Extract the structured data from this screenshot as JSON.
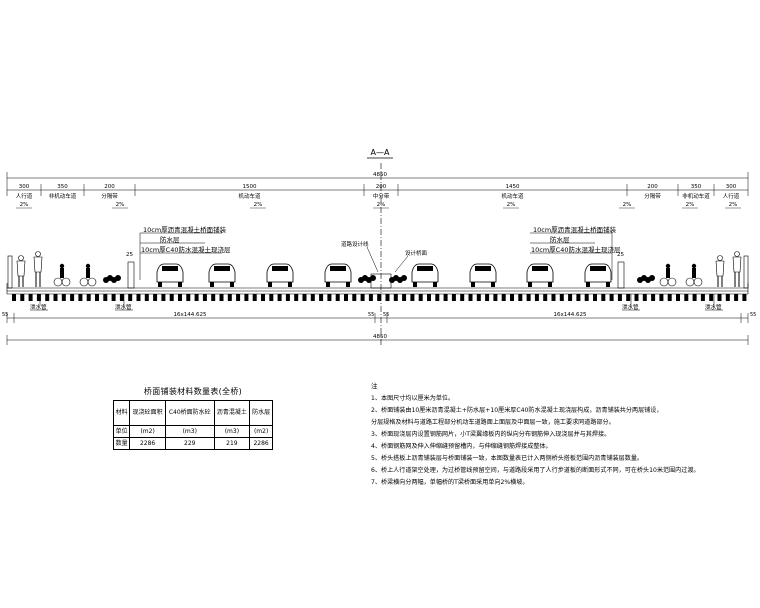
{
  "section": {
    "title": "A—A",
    "total_top": "4850",
    "total_bottom": "4850",
    "segments": [
      "300",
      "350",
      "200",
      "1500",
      "200",
      "1450",
      "200",
      "350",
      "300"
    ],
    "zones": [
      "人行道",
      "非机动车道",
      "分隔带",
      "机动车道",
      "中分带",
      "机动车道",
      "分隔带",
      "非机动车道",
      "人行道"
    ],
    "slopes": [
      "2%",
      "2%",
      "2%",
      "2%",
      "2%",
      "2%",
      "2%",
      "2%"
    ],
    "layers_left": [
      "10cm厚沥青混凝土桥面铺装",
      "防水层",
      "10cm厚C40防水混凝土现浇层"
    ],
    "layers_right": [
      "10cm厚沥青混凝土桥面铺装",
      "防水层",
      "10cm厚C40防水混凝土现浇层"
    ],
    "dim_25": "25",
    "center_labels": [
      "道路设计线",
      "设计桥面"
    ],
    "drain_label": "泄水管",
    "span_left": "16x144.625",
    "span_right": "16x144.625",
    "end_gap": "55",
    "mid_gap_left": "55",
    "mid_gap_right": "55"
  },
  "table": {
    "title": "桥面铺装材料数量表(全桥)",
    "headers": [
      "材料",
      "现浇砼面积",
      "C40桥面防水砼",
      "沥青混凝土",
      "防水层"
    ],
    "unit_row": [
      "单位",
      "(m2)",
      "(m3)",
      "(m3)",
      "(m2)"
    ],
    "qty_row": [
      "数量",
      "2286",
      "229",
      "219",
      "2286"
    ]
  },
  "notes": {
    "title": "注",
    "items": [
      "1、本图尺寸均以厘米为单位。",
      "2、桥面铺装由10厘米沥青混凝土+防水层+10厘米厚C40防水混凝土现浇层构成，沥青铺装共分两层铺设，",
      "   分层规格及材料与道路工程部分机动车道路面上面层及中面层一致，施工要求同道路部分。",
      "3、桥面现浇层内设置钢筋网片，小T梁翼缘板内的纵向分布钢筋伸入现浇层并与其焊接。",
      "4、桥面钢筋网及伸入伸缩缝预留槽内，与伸缩缝钢筋焊接成整体。",
      "5、桥头搭板上沥青铺装层与桥面铺装一致，本图数量表已计入两侧桥头搭板范围内沥青铺装层数量。",
      "6、桥上人行道架空处理，为过桥管线预留空间，与道路段采用了人行步道板的断面形式不同，可在桥头10米范围内过渡。",
      "7、桥梁横向分两幅，单幅桥的T梁桥面采用单向2%横坡。"
    ]
  }
}
